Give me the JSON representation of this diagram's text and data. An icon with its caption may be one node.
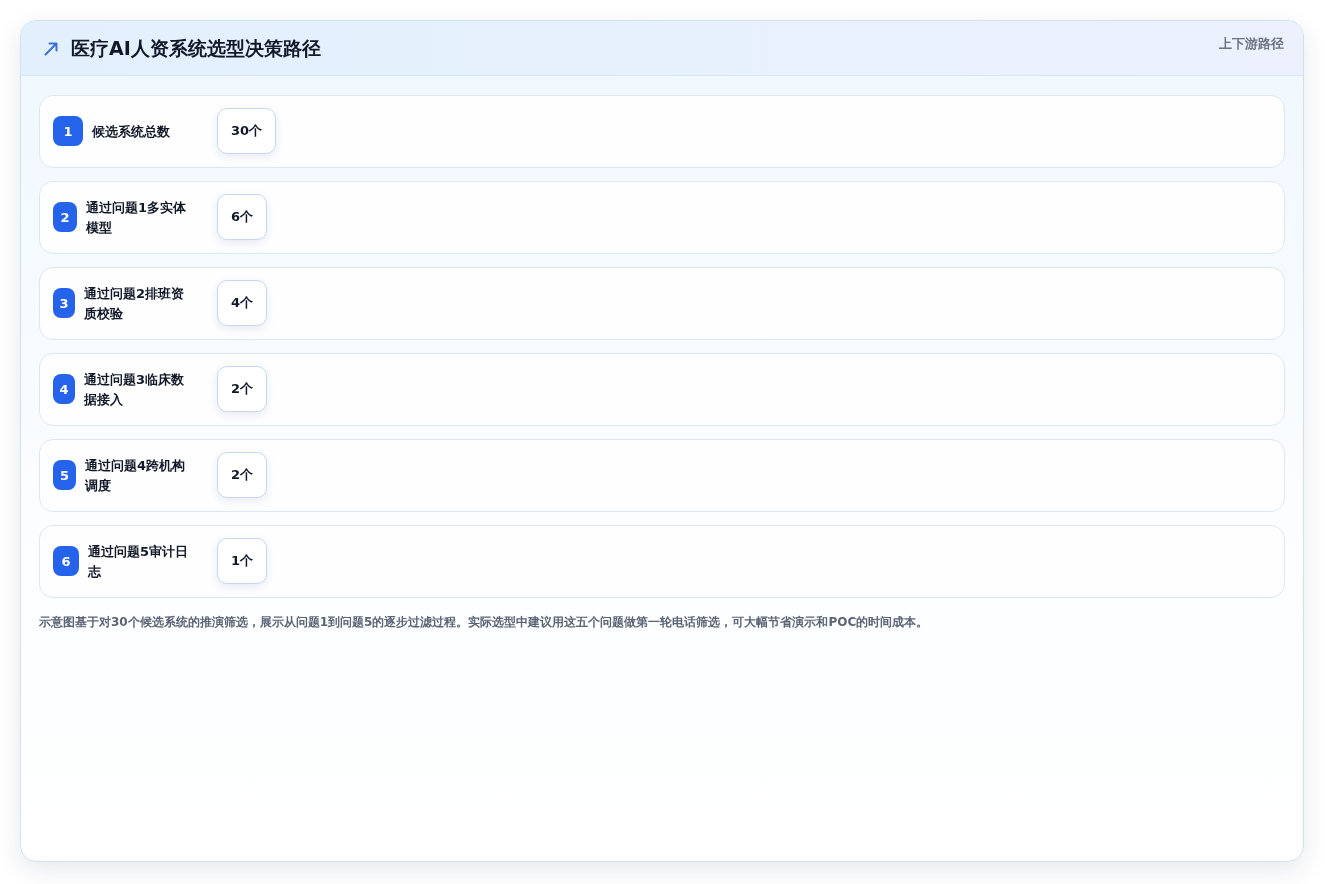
{
  "diagram": {
    "title": "医疗AI人资系统选型决策路径",
    "caption": "示意图基于对30个候选系统的推演筛选，展示从问题1到问题5的逐步过滤过程。实际选型中建议用这五个问题做第一轮电话筛选，可大幅节省演示和POC的时间成本。",
    "nodes": [
      {
        "text": [
          "候选系统总数"
        ]
      },
      {
        "text": [
          "1"
        ],
        "in": 0
      },
      {
        "text": [
          "30个"
        ],
        "in": 0
      },
      {
        "text": [
          "通过问题1多实体模型"
        ]
      },
      {
        "text": [
          "2"
        ],
        "in": 3
      },
      {
        "text": [
          "6个"
        ],
        "in": 3
      },
      {
        "text": [
          "通过问题2排班资质校验"
        ]
      },
      {
        "text": [
          "3"
        ],
        "in": 6
      },
      {
        "text": [
          "4个"
        ],
        "in": 6
      },
      {
        "text": [
          "通过问题3临床数据接入"
        ]
      },
      {
        "text": [
          "4"
        ],
        "in": 9
      },
      {
        "text": [
          "2个"
        ],
        "in": 9
      },
      {
        "text": [
          "通过问题4跨机构调度"
        ]
      },
      {
        "text": [
          "5"
        ],
        "in": 12
      },
      {
        "text": [
          "2个"
        ],
        "in": 12
      },
      {
        "text": [
          "通过问题5审计日志"
        ]
      },
      {
        "text": [
          "6"
        ],
        "in": 15
      },
      {
        "text": [
          "1个"
        ],
        "in": 15
      }
    ],
    "labels": [
      "上下游路径"
    ]
  }
}
